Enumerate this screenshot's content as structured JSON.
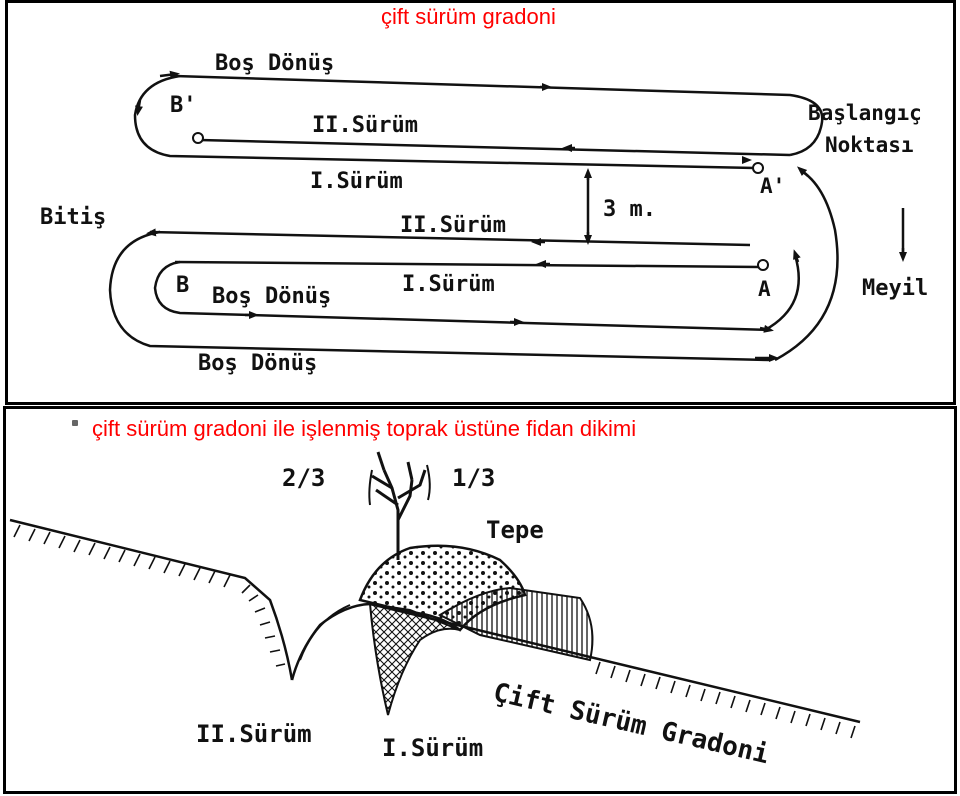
{
  "top": {
    "title": "çift sürüm gradoni",
    "labels": {
      "bos_donus_top": "Boş Dönüş",
      "b_prime": "B'",
      "ii_surum_top": "II.Sürüm",
      "i_surum_top": "I.Sürüm",
      "baslangic_1": "Başlangıç",
      "baslangic_2": "Noktası",
      "a_prime": "A'",
      "three_m": "3 m.",
      "bitis": "Bitiş",
      "ii_surum_mid": "II.Sürüm",
      "b": "B",
      "bos_donus_mid": "Boş Dönüş",
      "i_surum_mid": "I.Sürüm",
      "a": "A",
      "meyil": "Meyil",
      "bos_donus_bottom": "Boş Dönüş"
    }
  },
  "bottom": {
    "title": "çift sürüm gradoni  ile işlenmiş toprak üstüne fidan dikimi",
    "labels": {
      "two_thirds": "2/3",
      "one_third": "1/3",
      "tepe": "Tepe",
      "ii_surum": "II.Sürüm",
      "i_surum": "I.Sürüm",
      "cift_surum_gradoni": "Çift Sürüm Gradoni"
    }
  }
}
